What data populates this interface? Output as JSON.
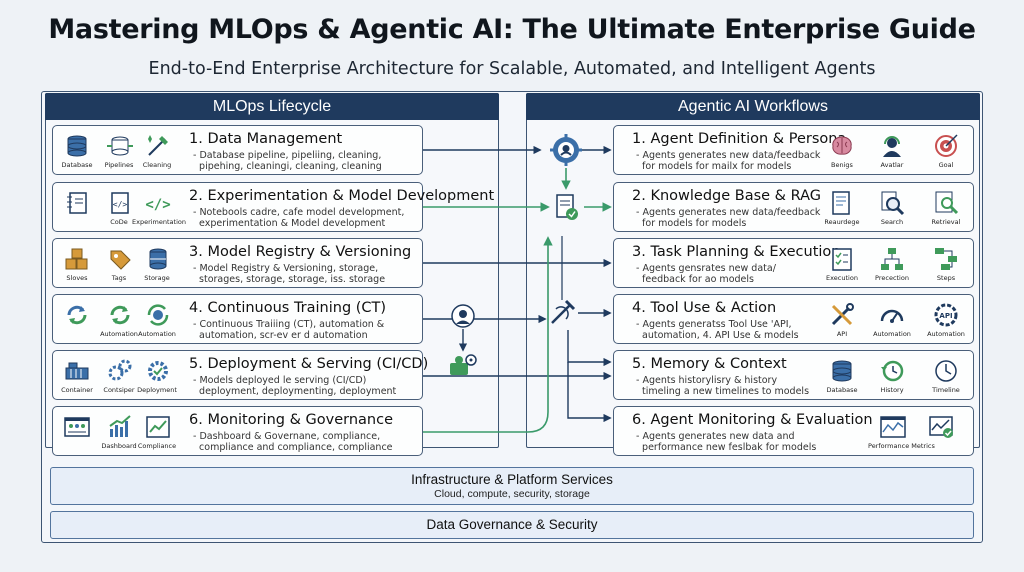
{
  "title": "Mastering MLOps & Agentic AI: The Ultimate Enterprise Guide",
  "subtitle": "End-to-End Enterprise Architecture for Scalable, Automated, and Intelligent Agents",
  "left_panel": {
    "header": "MLOps Lifecycle",
    "cards": [
      {
        "title": "1. Data Management",
        "desc": "- Database pipeline, pipeliing, cleaning,\n  pipehing, cleaningi, cleaning, cleaning",
        "icons": [
          {
            "name": "database-icon",
            "label": "Database"
          },
          {
            "name": "pipeline-icon",
            "label": "Pipelines"
          },
          {
            "name": "cleaning-icon",
            "label": "Cleaning"
          }
        ]
      },
      {
        "title": "2. Experimentation & Model Development",
        "desc": "- Notebools cadre, cafe model development,\n  experimentation & Model development",
        "icons": [
          {
            "name": "notebook-icon",
            "label": ""
          },
          {
            "name": "code-file-icon",
            "label": "CoDe"
          },
          {
            "name": "code-brackets-icon",
            "label": "Experimentation"
          }
        ]
      },
      {
        "title": "3. Model Registry & Versioning",
        "desc": "- Model Registry & Versioning, storage,\n  storages, storage, storage, iss. storage",
        "icons": [
          {
            "name": "boxes-icon",
            "label": "Sloves"
          },
          {
            "name": "tag-icon",
            "label": "Tags"
          },
          {
            "name": "storage-icon",
            "label": "Storage"
          }
        ]
      },
      {
        "title": "4. Continuous Training (CT)",
        "desc": "- Continuous Traiiing (CT), automation &\n  automation, scr-ev er d automation",
        "icons": [
          {
            "name": "cycle-icon",
            "label": ""
          },
          {
            "name": "automation-cycle-icon",
            "label": "Automation"
          },
          {
            "name": "automation-gear-cycle-icon",
            "label": "Automation"
          }
        ]
      },
      {
        "title": "5. Deployment & Serving (CI/CD)",
        "desc": "- Models deployed le serving (CI/CD)\n  deployment, deploymenting, deployment",
        "icons": [
          {
            "name": "container-icon",
            "label": "Container"
          },
          {
            "name": "gears-icon",
            "label": "Contsiper"
          },
          {
            "name": "deployment-gear-icon",
            "label": "Deployment"
          }
        ]
      },
      {
        "title": "6. Monitoring & Governance",
        "desc": "- Dashboard & Governane, compliance,\n  compliance and compliance, compliance",
        "icons": [
          {
            "name": "dashboard-screen-icon",
            "label": ""
          },
          {
            "name": "trend-chart-icon",
            "label": "Dashboard"
          },
          {
            "name": "compliance-chart-icon",
            "label": "Compliance"
          }
        ]
      }
    ]
  },
  "right_panel": {
    "header": "Agentic AI Workflows",
    "cards": [
      {
        "title": "1. Agent Definition & Persona",
        "desc": "- Agents generates new data/feedback\n  for models for mailx for models",
        "icons": [
          {
            "name": "brain-icon",
            "label": "Benigs"
          },
          {
            "name": "avatar-headset-icon",
            "label": "Avatlar"
          },
          {
            "name": "target-icon",
            "label": "Goal"
          }
        ]
      },
      {
        "title": "2. Knowledge Base & RAG",
        "desc": "- Agents generates new data/feedback\n  for models for models",
        "icons": [
          {
            "name": "document-icon",
            "label": "Reaurdege"
          },
          {
            "name": "search-icon",
            "label": "Search"
          },
          {
            "name": "retrieval-icon",
            "label": "Retrieval"
          }
        ]
      },
      {
        "title": "3. Task Planning & Execution",
        "desc": "- Agents gensrates new data/\n  feedback for ao models",
        "icons": [
          {
            "name": "checklist-icon",
            "label": "Execution"
          },
          {
            "name": "flowchart-icon",
            "label": "Precection"
          },
          {
            "name": "steps-icon",
            "label": "Steps"
          }
        ]
      },
      {
        "title": "4. Tool Use & Action",
        "desc": "- Agents generatss Tool Use 'API,\n  automation, 4. API Use & models",
        "icons": [
          {
            "name": "tools-icon",
            "label": "API"
          },
          {
            "name": "gauge-icon",
            "label": "Automation"
          },
          {
            "name": "api-gear-icon",
            "label": "Automation"
          }
        ]
      },
      {
        "title": "5. Memory & Context",
        "desc": "- Agents historylisry & history\n  timeling a new timelines to models",
        "icons": [
          {
            "name": "database-icon",
            "label": "Database"
          },
          {
            "name": "history-icon",
            "label": "History"
          },
          {
            "name": "clock-icon",
            "label": "Timeline"
          }
        ]
      },
      {
        "title": "6. Agent Monitoring & Evaluation",
        "desc": "- Agents generates new data and\n  performance new feslbak for models",
        "icons": [
          {
            "name": "performance-window-icon",
            "label": "Performance Metrics"
          },
          {
            "name": "metrics-check-icon",
            "label": ""
          }
        ]
      }
    ]
  },
  "infrastructure": {
    "title": "Infrastructure & Platform Services",
    "subtitle": "Cloud, compute, security, storage"
  },
  "governance": {
    "title": "Data Governance & Security"
  },
  "colors": {
    "navy": "#1f3a5e",
    "green": "#3a9a6a",
    "border": "#4a5f7a",
    "bar_fill": "#e7eef8",
    "bar_border": "#53749d",
    "icon_blue": "#3b6fa8",
    "icon_green": "#3f9a5a"
  }
}
